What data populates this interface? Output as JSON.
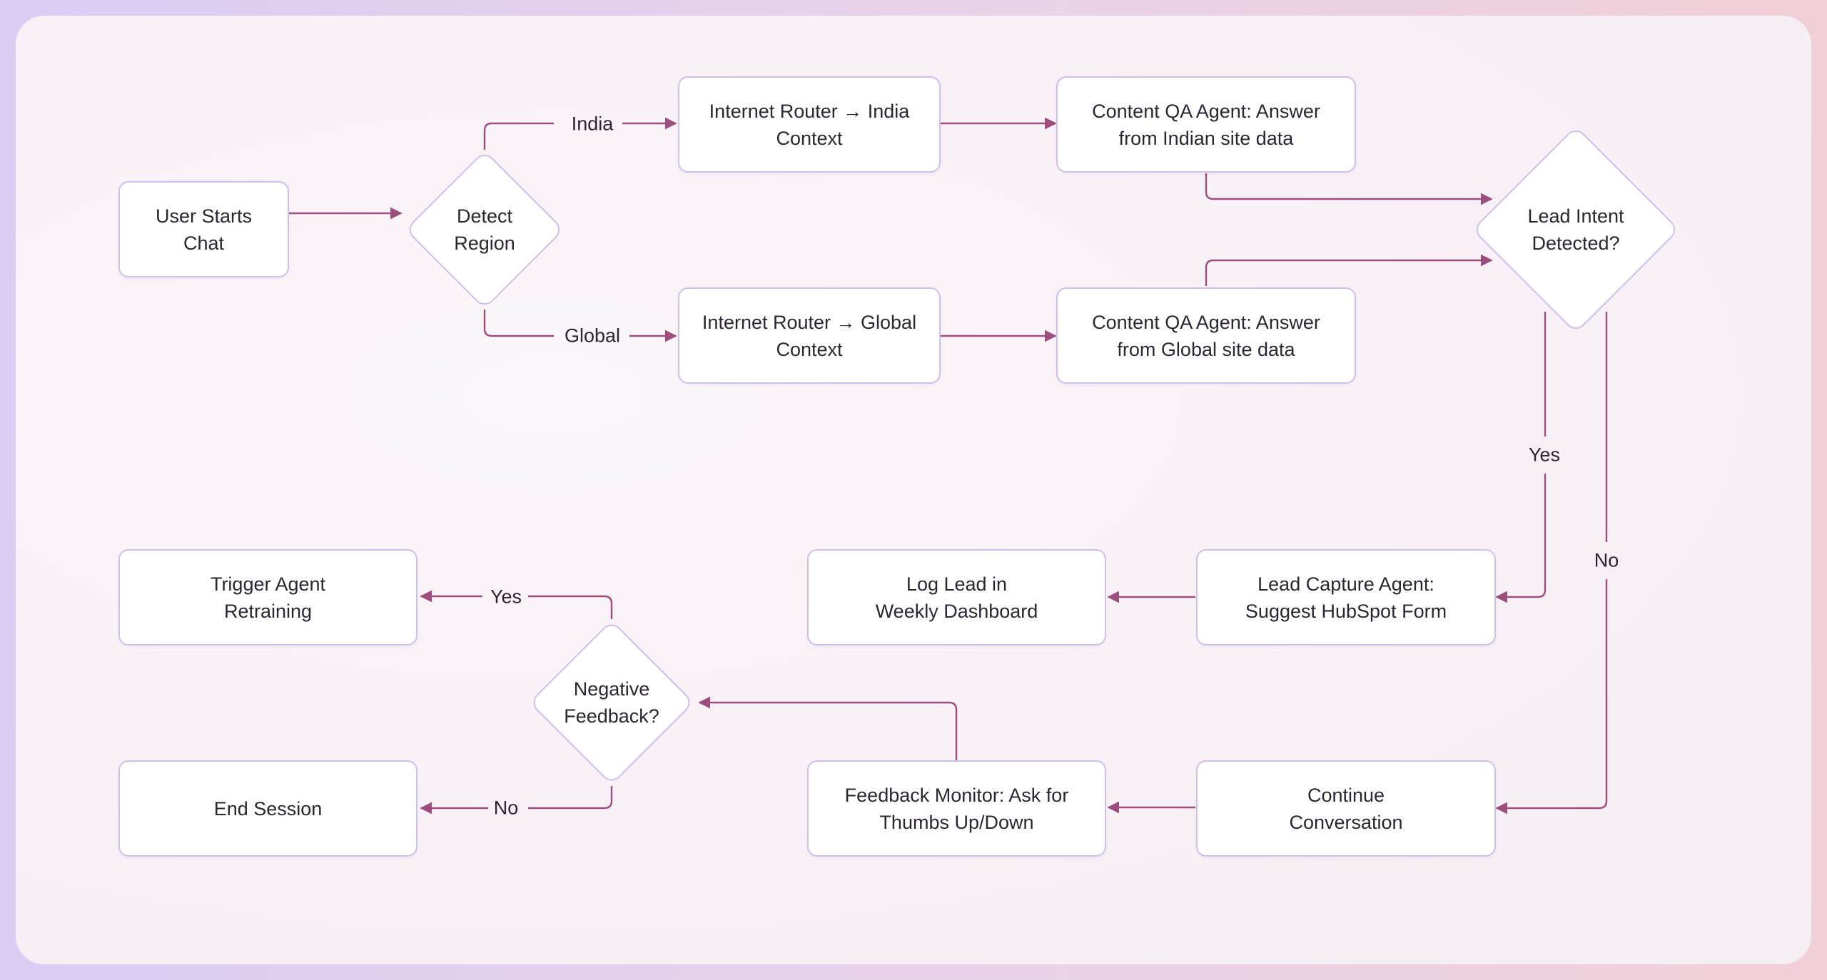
{
  "nodes": {
    "user_starts_chat": "User Starts\nChat",
    "detect_region": "Detect\nRegion",
    "router_india": "Internet Router → India\nContext",
    "router_global": "Internet Router → Global\nContext",
    "qa_india": "Content QA Agent: Answer\nfrom Indian site data",
    "qa_global": "Content QA Agent: Answer\nfrom Global site data",
    "lead_intent": "Lead Intent\nDetected?",
    "lead_capture": "Lead Capture Agent:\nSuggest HubSpot Form",
    "log_lead": "Log Lead in\nWeekly Dashboard",
    "continue_conversation": "Continue\nConversation",
    "feedback_monitor": "Feedback Monitor: Ask for\nThumbs Up/Down",
    "negative_feedback": "Negative\nFeedback?",
    "trigger_retraining": "Trigger Agent\nRetraining",
    "end_session": "End Session"
  },
  "edge_labels": {
    "india": "India",
    "global": "Global",
    "lead_yes": "Yes",
    "lead_no": "No",
    "feedback_yes": "Yes",
    "feedback_no": "No"
  },
  "colors": {
    "connector": "#9c4f7c",
    "node_border": "#cfc0ea",
    "frame_gradient_left": "#d9cdf3",
    "frame_gradient_right": "#f1cfd6"
  }
}
